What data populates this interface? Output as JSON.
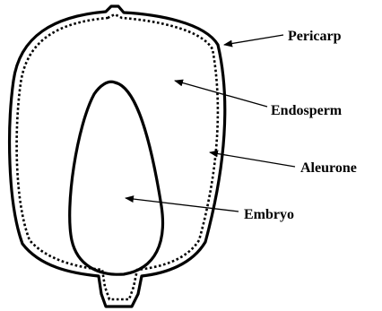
{
  "diagram": {
    "labels": {
      "pericarp": "Pericarp",
      "endosperm": "Endosperm",
      "aleurone": "Aleurone",
      "embryo": "Embryo"
    },
    "colors": {
      "stroke": "#000000",
      "background": "#ffffff"
    }
  }
}
